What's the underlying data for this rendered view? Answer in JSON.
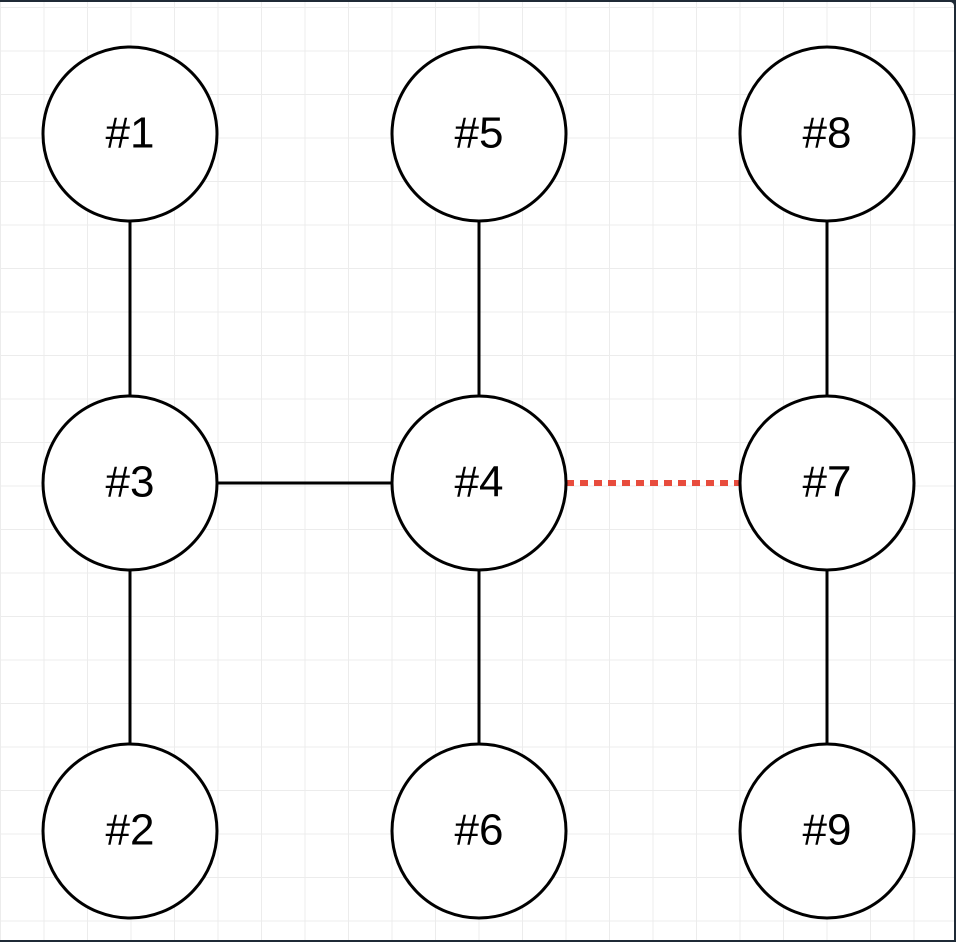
{
  "diagram": {
    "nodes": [
      {
        "id": "n1",
        "label": "#1"
      },
      {
        "id": "n5",
        "label": "#5"
      },
      {
        "id": "n8",
        "label": "#8"
      },
      {
        "id": "n3",
        "label": "#3"
      },
      {
        "id": "n4",
        "label": "#4"
      },
      {
        "id": "n7",
        "label": "#7"
      },
      {
        "id": "n2",
        "label": "#2"
      },
      {
        "id": "n6",
        "label": "#6"
      },
      {
        "id": "n9",
        "label": "#9"
      }
    ],
    "edges": [
      {
        "from": "n1",
        "to": "n3",
        "style": "solid"
      },
      {
        "from": "n3",
        "to": "n2",
        "style": "solid"
      },
      {
        "from": "n3",
        "to": "n4",
        "style": "solid"
      },
      {
        "from": "n5",
        "to": "n4",
        "style": "solid"
      },
      {
        "from": "n4",
        "to": "n6",
        "style": "solid"
      },
      {
        "from": "n4",
        "to": "n7",
        "style": "dotted",
        "color": "#e84c3d"
      },
      {
        "from": "n8",
        "to": "n7",
        "style": "solid"
      },
      {
        "from": "n7",
        "to": "n9",
        "style": "solid"
      }
    ]
  }
}
